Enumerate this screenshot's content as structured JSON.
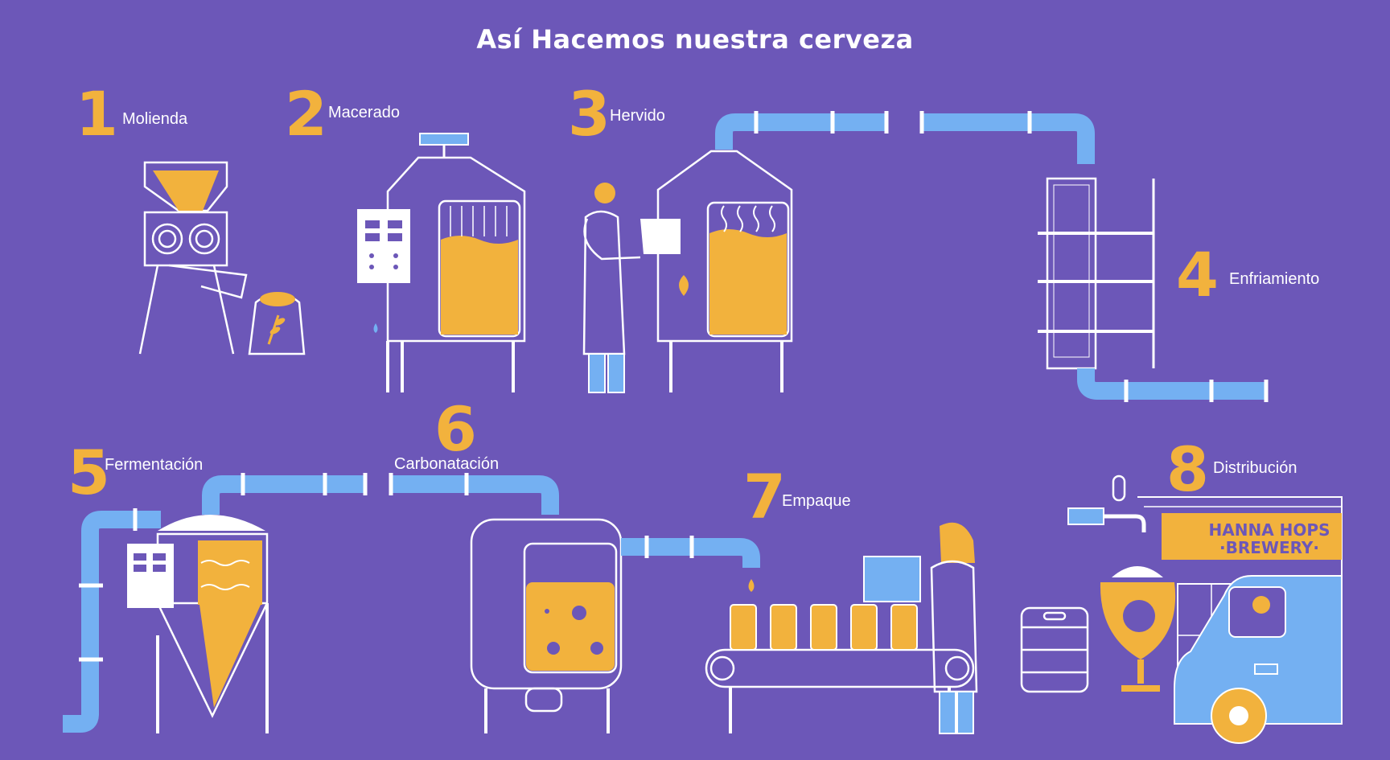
{
  "title": "Así Hacemos nuestra cerveza",
  "steps": [
    {
      "number": "1",
      "label": "Molienda"
    },
    {
      "number": "2",
      "label": "Macerado"
    },
    {
      "number": "3",
      "label": "Hervido"
    },
    {
      "number": "4",
      "label": "Enfriamiento"
    },
    {
      "number": "5",
      "label": "Fermentación"
    },
    {
      "number": "6",
      "label": "Carbonatación"
    },
    {
      "number": "7",
      "label": "Empaque"
    },
    {
      "number": "8",
      "label": "Distribución"
    }
  ],
  "sign": {
    "line1": "HANNA HOPS",
    "line2": "·BREWERY·"
  },
  "colors": {
    "background": "#6c57b8",
    "accent": "#f2b23d",
    "pipe": "#74b0f2",
    "line": "#ffffff"
  }
}
